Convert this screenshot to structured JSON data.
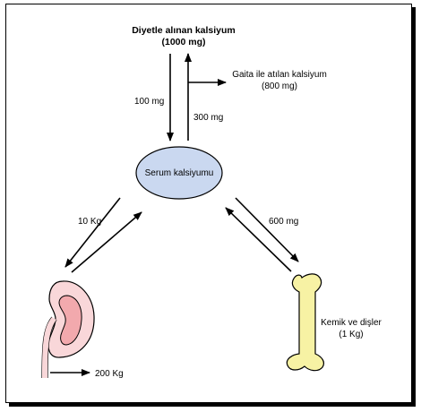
{
  "diet": {
    "line1": "Diyetle alınan kalsiyum",
    "line2": "(1000 mg)"
  },
  "feces": {
    "line1": "Gaita ile atılan kalsiyum",
    "line2": "(800 mg)"
  },
  "serum": {
    "label": "Serum kalsiyumu",
    "color": "#cad8f0"
  },
  "bone": {
    "line1": "Kemik ve dişler",
    "line2": "(1 Kg)",
    "color": "#f7f2a4"
  },
  "kidney": {
    "output": "200 Kg",
    "outer_color": "#f9d7d9",
    "inner_color": "#f2a9ad"
  },
  "flows": {
    "diet_to_serum": "100 mg",
    "serum_to_gut": "300 mg",
    "kidney_exchange": "10 Kg",
    "bone_exchange": "600 mg"
  }
}
